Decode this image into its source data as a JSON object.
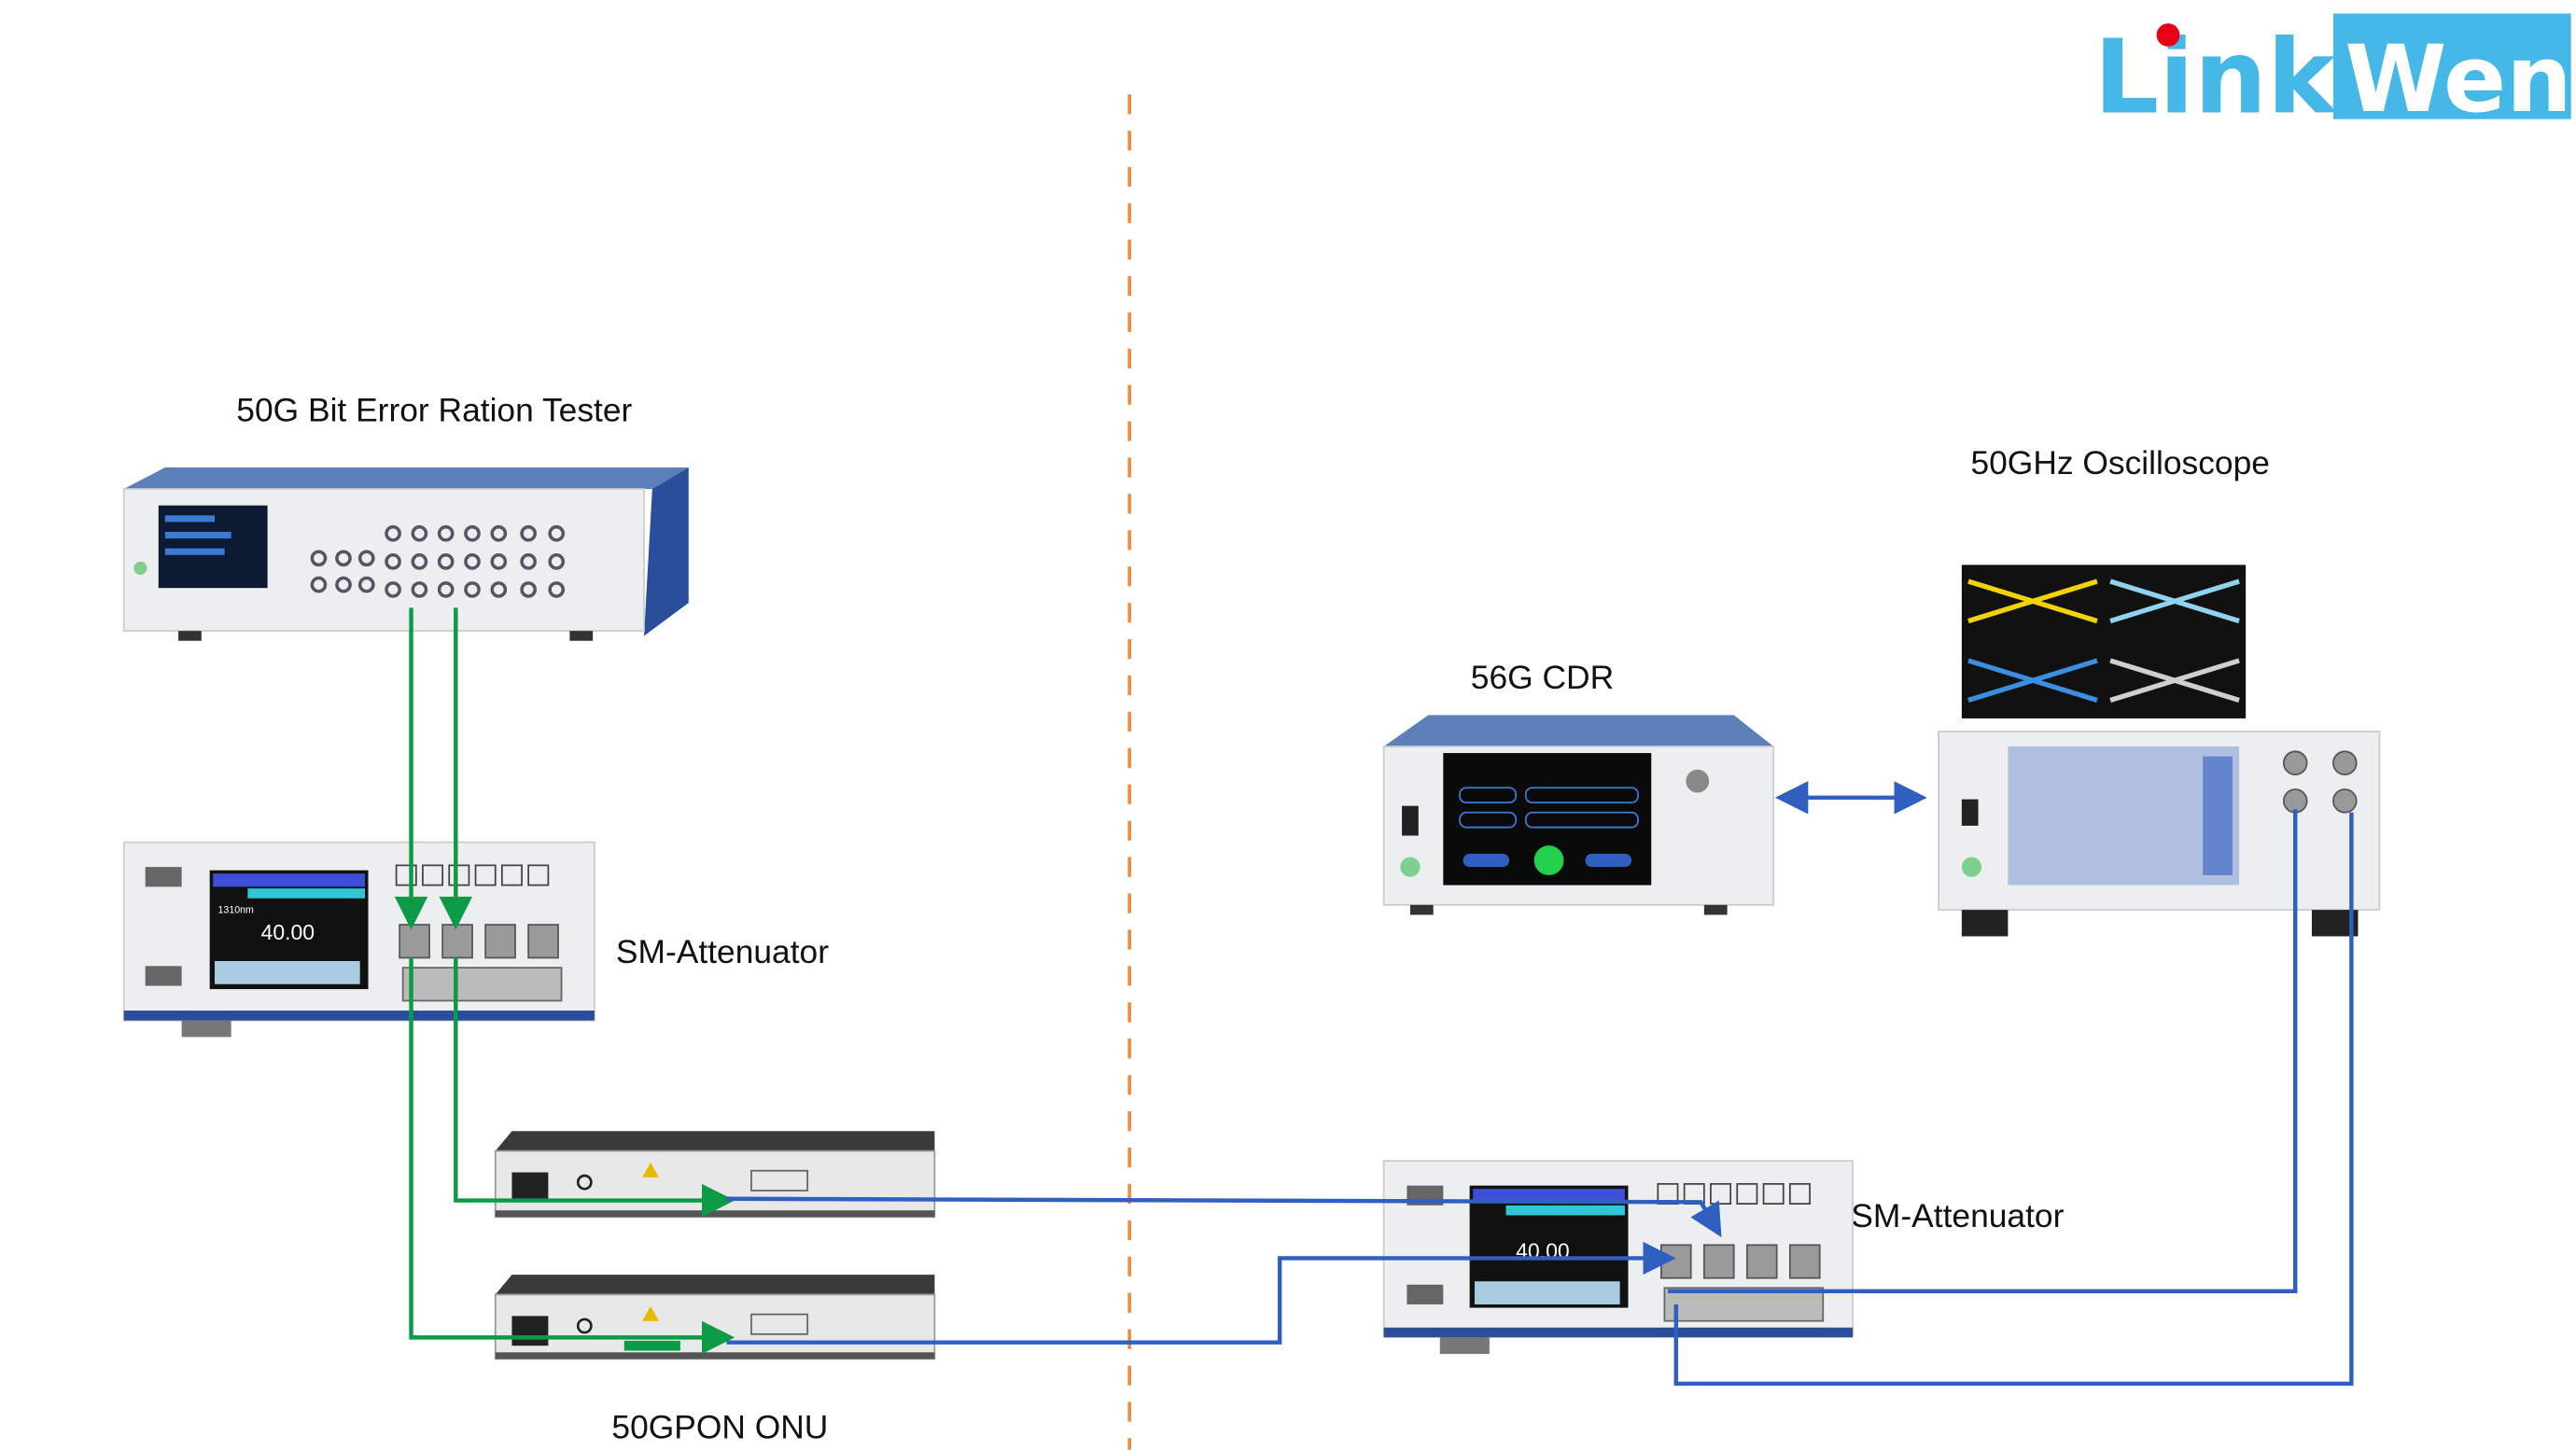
{
  "logo": {
    "text": "LinkWen",
    "part1": "Link",
    "part2": "Wen",
    "color": "#45b8e8",
    "dot_color": "#e60012"
  },
  "labels": {
    "bert": "50G Bit Error Ration Tester",
    "attenuator_left": "SM-Attenuator",
    "onu": "50GPON ONU",
    "cdr": "56G CDR",
    "oscilloscope": "50GHz Oscilloscope",
    "attenuator_right": "SM-Attenuator"
  },
  "screens": {
    "attenuator_value": "40.00",
    "attenuator_right_value": "40.00",
    "attenuator_wavelength": "1310nm"
  },
  "colors": {
    "green_link": "#0b9a45",
    "blue_link": "#2f5fc0",
    "divider": "#f08a3c",
    "device_body": "#e9eaec",
    "device_blue": "#2a4d9c"
  }
}
